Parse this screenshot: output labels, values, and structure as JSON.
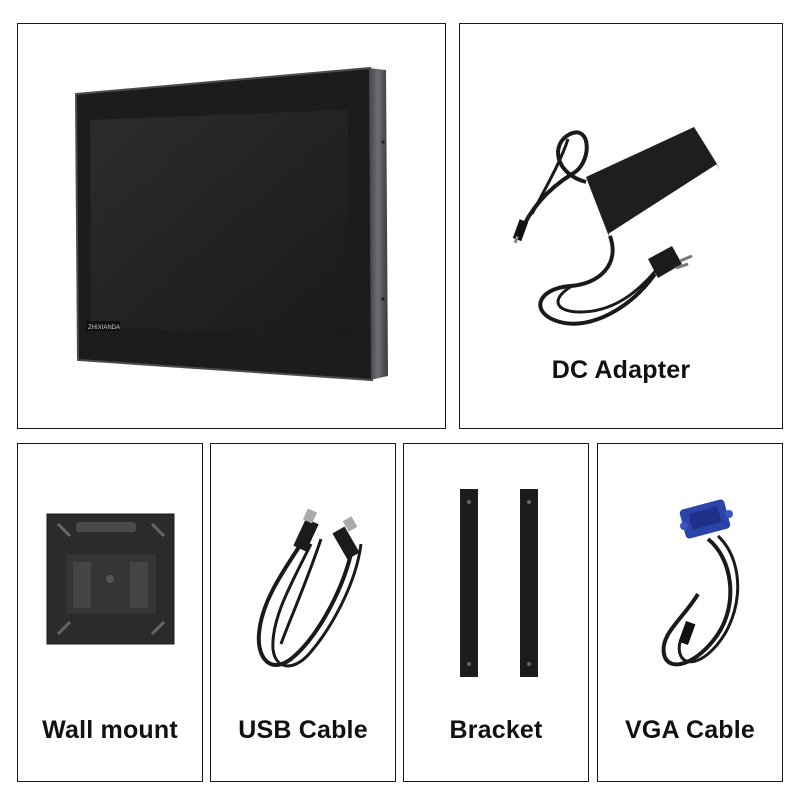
{
  "monitor": {
    "brand": "ZHIXIANDA"
  },
  "items": {
    "dc_adapter": "DC Adapter",
    "wall_mount": "Wall mount",
    "usb_cable": "USB Cable",
    "bracket": "Bracket",
    "vga_cable": "VGA Cable"
  },
  "colors": {
    "border": "#1a1a1a",
    "device_black": "#1b1b1b",
    "screen": "#222222",
    "frame_gray": "#5d5f62",
    "vga_blue": "#2b44a8",
    "label_text": "#111111"
  }
}
